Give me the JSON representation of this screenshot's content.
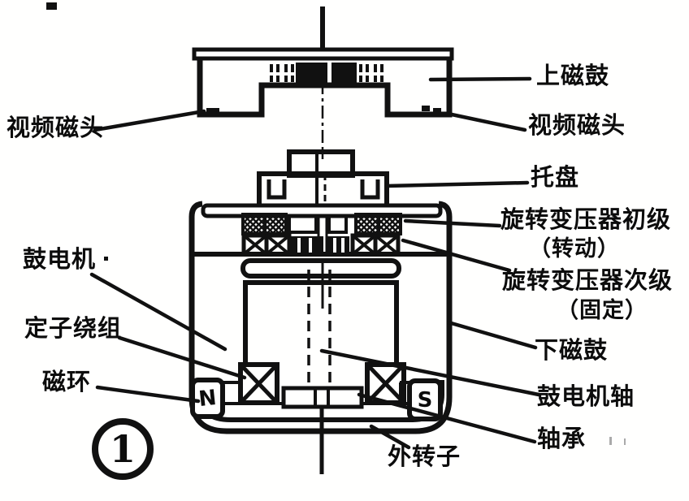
{
  "figure": {
    "kind": "video-head-drum-cross-section",
    "figure_number": "1",
    "colors": {
      "ink": "#111111",
      "background": "#fffffe"
    },
    "labels": {
      "upper_drum": "上磁鼓",
      "video_head_right": "视频磁头",
      "video_head_left": "视频磁头",
      "tray": "托盘",
      "rotary_transformer_primary": "旋转变压器初级",
      "rotary_transformer_primary_note": "（转动）",
      "rotary_transformer_secondary": "旋转变压器次级",
      "rotary_transformer_secondary_note": "（固定）",
      "lower_drum": "下磁鼓",
      "drum_motor": "鼓电机",
      "stator_winding": "定子绕组",
      "magnet_ring": "磁环",
      "drum_motor_shaft": "鼓电机轴",
      "bearing": "轴承",
      "outer_rotor": "外转子",
      "pole_n": "N",
      "pole_s": "S"
    }
  }
}
